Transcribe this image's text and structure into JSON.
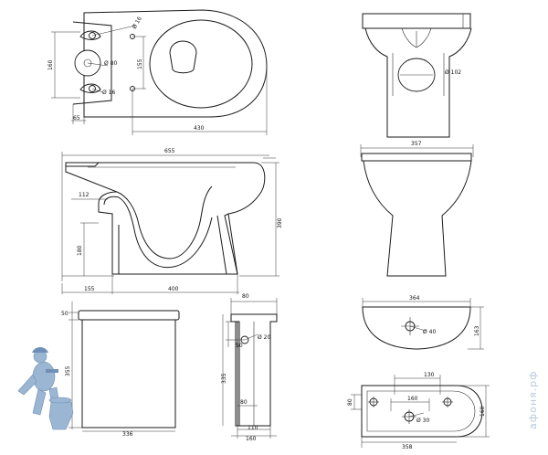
{
  "views": {
    "top": {
      "d_16_a": "Ø 16",
      "d_80": "Ø 80",
      "d_16_b": "Ø 16",
      "h_160": "160",
      "h_155": "155",
      "w_65": "65",
      "w_430": "430"
    },
    "front_top": {
      "d_102": "Ø 102"
    },
    "side": {
      "w_655": "655",
      "h_112": "112",
      "h_390": "390",
      "h_180": "180",
      "w_155": "155",
      "w_400": "400"
    },
    "front": {
      "w_357": "357"
    },
    "tank_side": {
      "h_50": "50",
      "h_355": "355",
      "w_336": "336"
    },
    "tank_section": {
      "w_80_top": "80",
      "d_20": "Ø 20",
      "h_50": "50",
      "h_335": "335",
      "w_80_bottom": "80",
      "w_110": "110",
      "w_160": "160"
    },
    "lid_front": {
      "w_364": "364",
      "d_40": "Ø 40",
      "h_163": "163"
    },
    "lid_top": {
      "w_130": "130",
      "h_80": "80",
      "w_160": "160",
      "d_30": "Ø 30",
      "h_160": "160",
      "w_358": "358"
    }
  },
  "watermark": "афоня.рф",
  "mascot_icon": "plumber-mascot-icon"
}
